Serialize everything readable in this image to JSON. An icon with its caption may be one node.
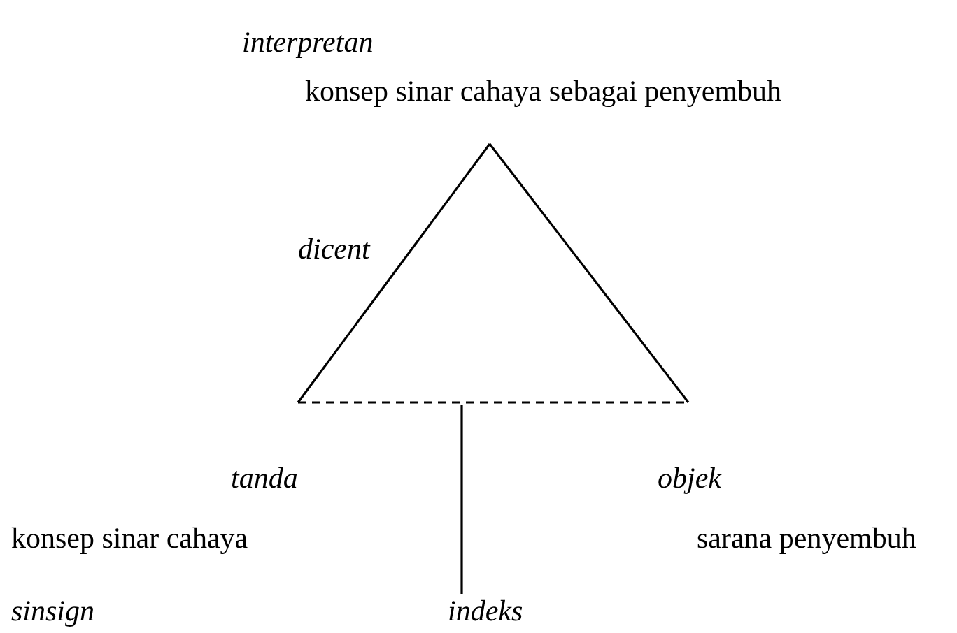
{
  "diagram": {
    "nodes": [
      {
        "text": [
          "interpretan",
          "konsep sinar cahaya sebagai penyembuh"
        ]
      },
      {
        "text": [
          "tanda",
          "konsep sinar cahaya"
        ]
      },
      {
        "text": [
          "objek",
          "sarana penyembuh"
        ]
      },
      {
        "text": [
          "indeks"
        ]
      }
    ],
    "edges": [
      {
        "from": 0,
        "to": 1,
        "arrow": "none",
        "label": "dicent"
      },
      {
        "from": 0,
        "to": 2,
        "arrow": "none"
      },
      {
        "from": 1,
        "to": 2,
        "arrow": "none",
        "style": "dashed"
      },
      {
        "from": null,
        "to": 3,
        "arrow": "none"
      }
    ],
    "labels": [
      "sinsign"
    ]
  }
}
